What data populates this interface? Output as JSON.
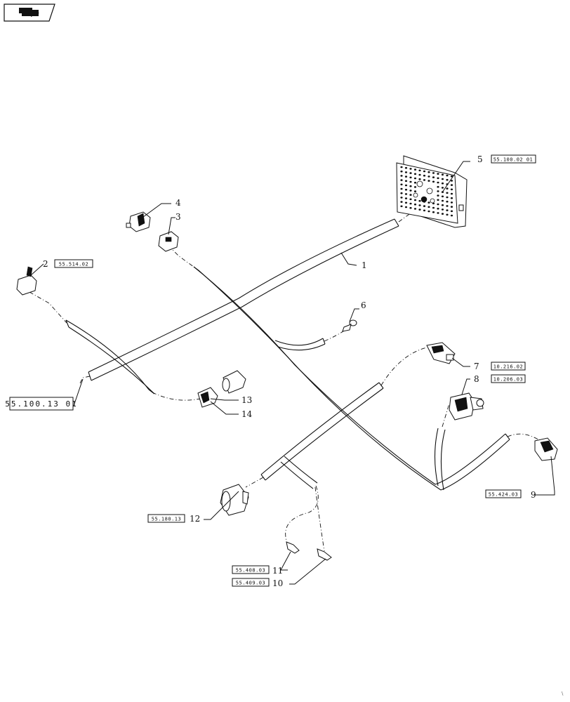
{
  "callouts": {
    "c1": "1",
    "c2": "2",
    "c3": "3",
    "c4": "4",
    "c5": "5",
    "c6": "6",
    "c7": "7",
    "c8": "8",
    "c9": "9",
    "c10": "10",
    "c11": "11",
    "c12": "12",
    "c13": "13",
    "c14": "14"
  },
  "refs": {
    "r5": "55.100.02 01",
    "r2": "55.514.02",
    "r7": "10.216.02",
    "r8": "10.206.03",
    "r1": "55.100.13 01",
    "r9": "55.424.03",
    "r12": "55.180.13",
    "r11": "55.408.03",
    "r10": "55.409.03"
  },
  "icons": {
    "nav": "return-arrow-icon"
  }
}
